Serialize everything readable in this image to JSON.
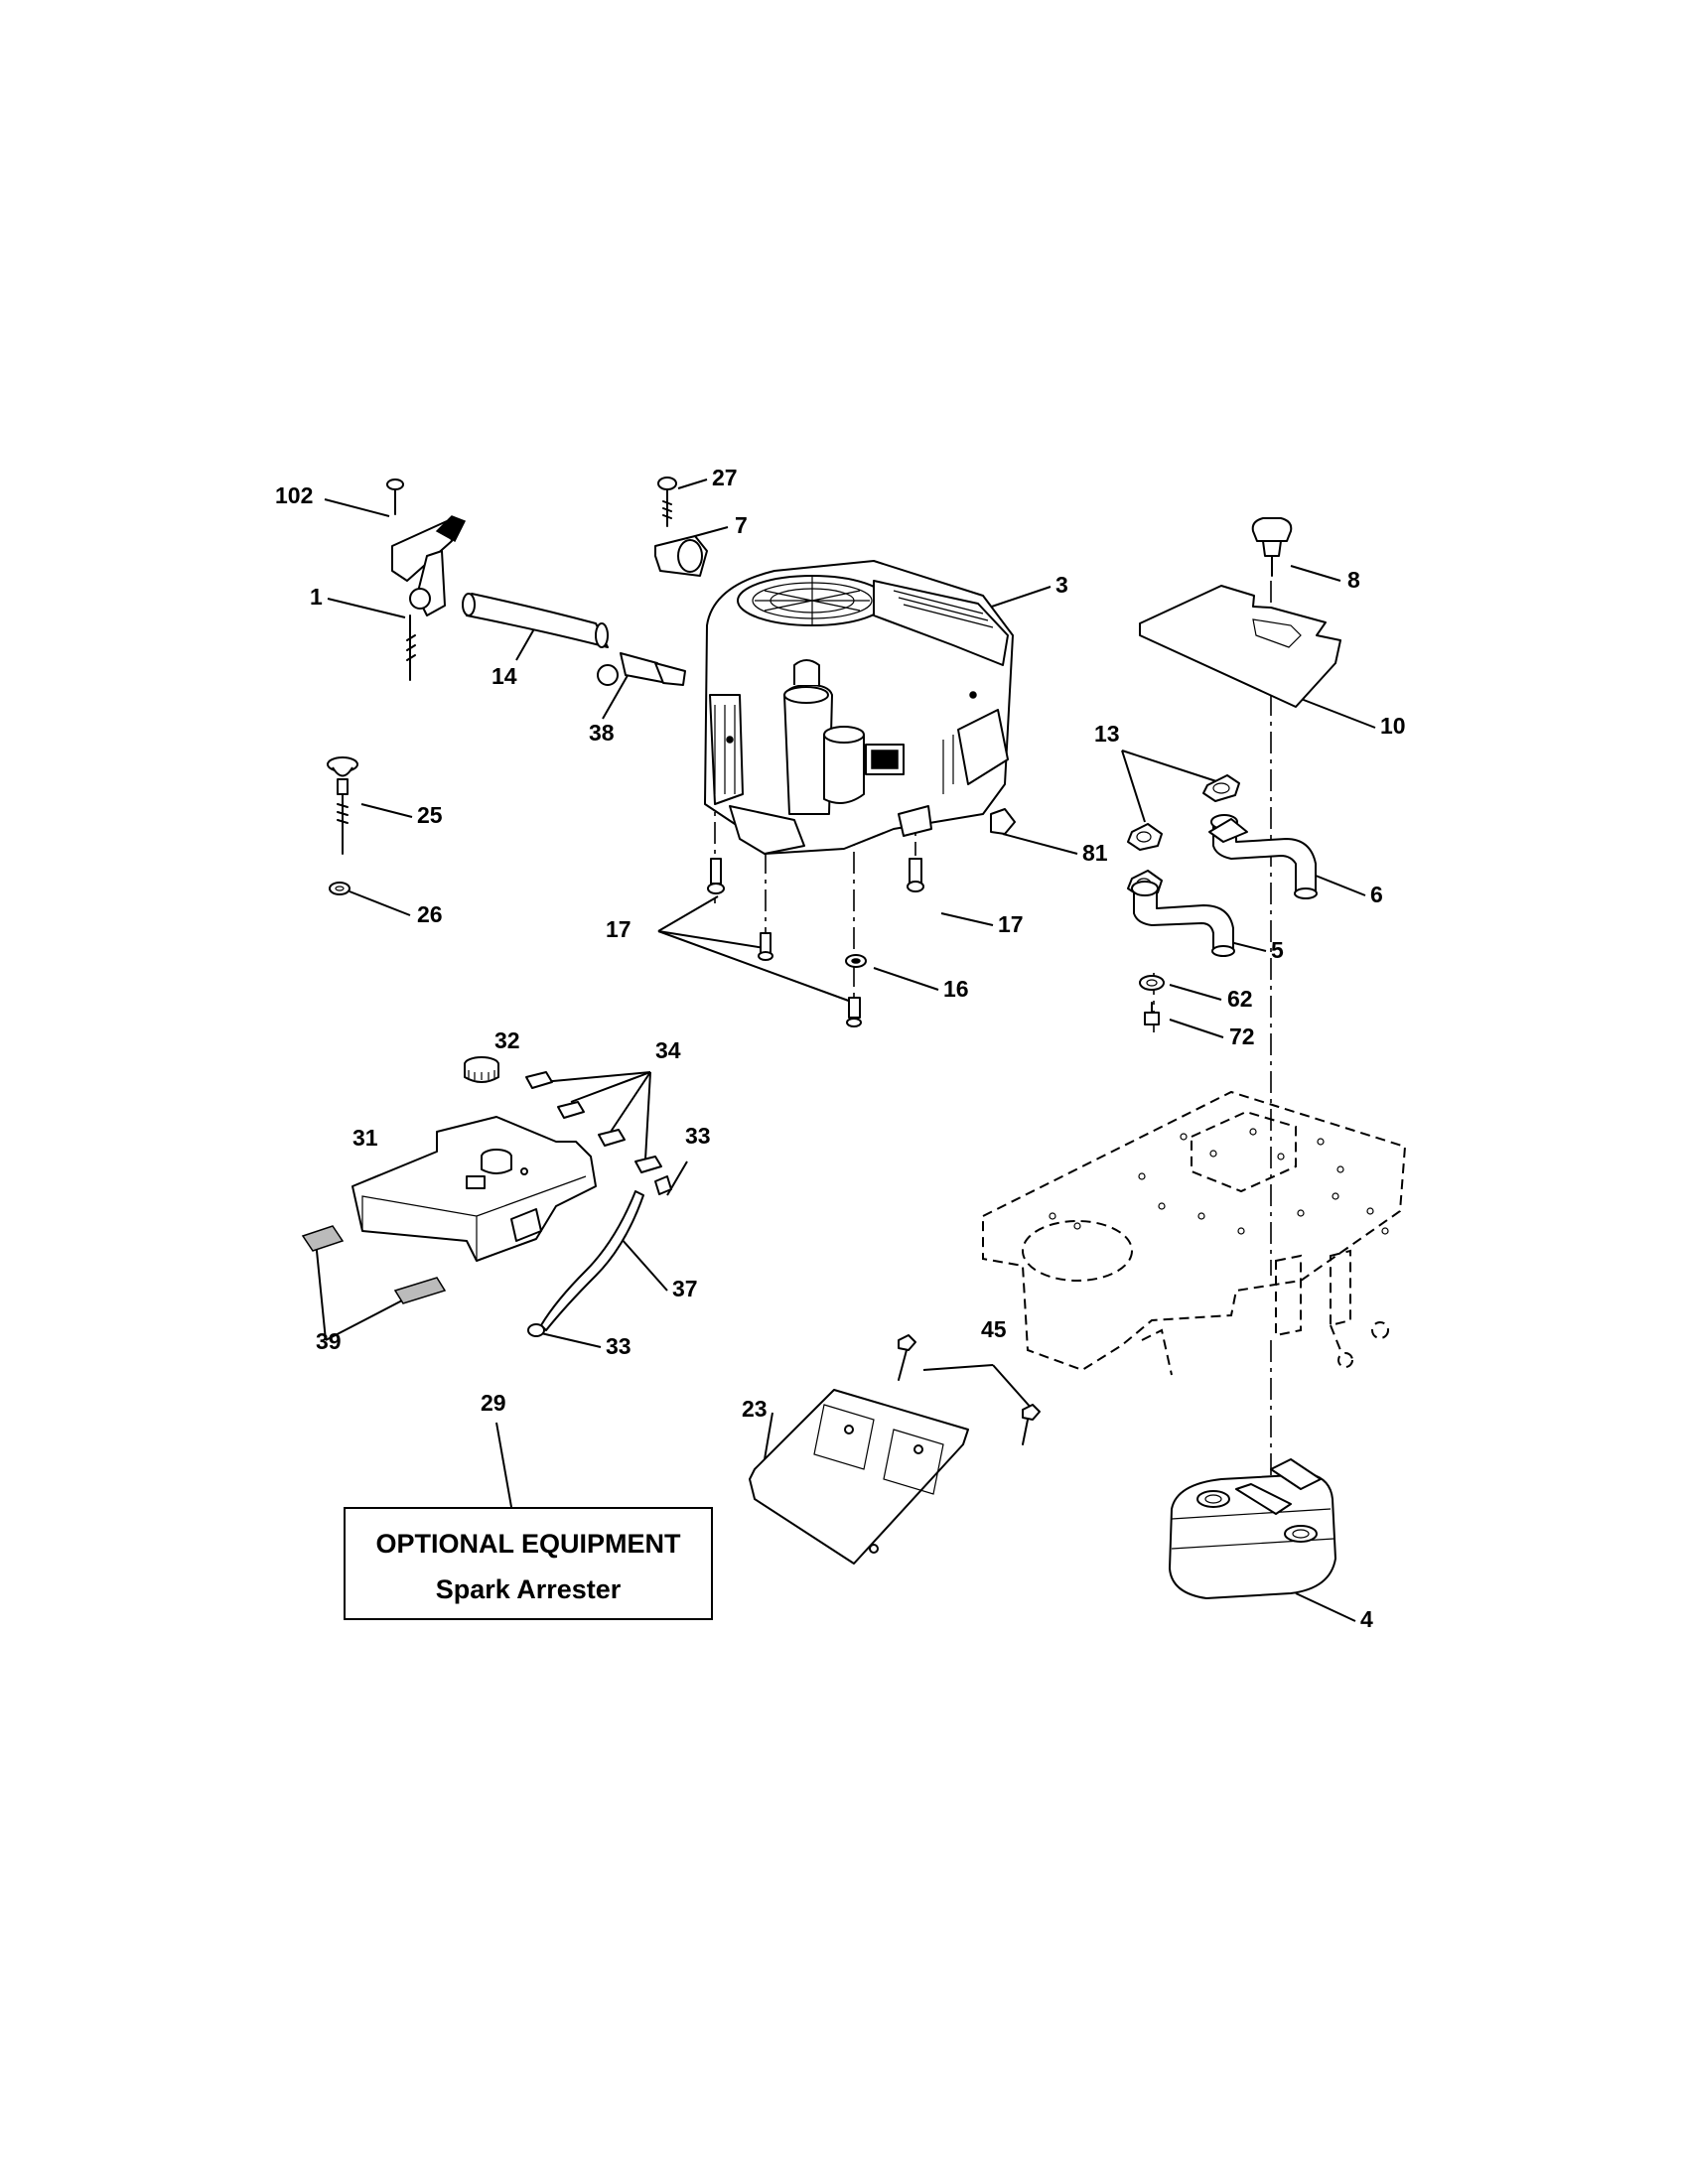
{
  "callouts": [
    {
      "id": "c102",
      "text": "102"
    },
    {
      "id": "c27",
      "text": "27"
    },
    {
      "id": "c7",
      "text": "7"
    },
    {
      "id": "c1",
      "text": "1"
    },
    {
      "id": "c3",
      "text": "3"
    },
    {
      "id": "c8",
      "text": "8"
    },
    {
      "id": "c14",
      "text": "14"
    },
    {
      "id": "c38",
      "text": "38"
    },
    {
      "id": "c10",
      "text": "10"
    },
    {
      "id": "c13",
      "text": "13"
    },
    {
      "id": "c25",
      "text": "25"
    },
    {
      "id": "c81",
      "text": "81"
    },
    {
      "id": "c6",
      "text": "6"
    },
    {
      "id": "c26",
      "text": "26"
    },
    {
      "id": "c17a",
      "text": "17"
    },
    {
      "id": "c17b",
      "text": "17"
    },
    {
      "id": "c5",
      "text": "5"
    },
    {
      "id": "c16",
      "text": "16"
    },
    {
      "id": "c62",
      "text": "62"
    },
    {
      "id": "c72",
      "text": "72"
    },
    {
      "id": "c32",
      "text": "32"
    },
    {
      "id": "c34",
      "text": "34"
    },
    {
      "id": "c31",
      "text": "31"
    },
    {
      "id": "c33a",
      "text": "33"
    },
    {
      "id": "c37",
      "text": "37"
    },
    {
      "id": "c39",
      "text": "39"
    },
    {
      "id": "c33b",
      "text": "33"
    },
    {
      "id": "c45",
      "text": "45"
    },
    {
      "id": "c29",
      "text": "29"
    },
    {
      "id": "c23",
      "text": "23"
    },
    {
      "id": "c4",
      "text": "4"
    }
  ],
  "optional_box": {
    "title": "OPTIONAL EQUIPMENT",
    "subtitle": "Spark Arrester"
  }
}
